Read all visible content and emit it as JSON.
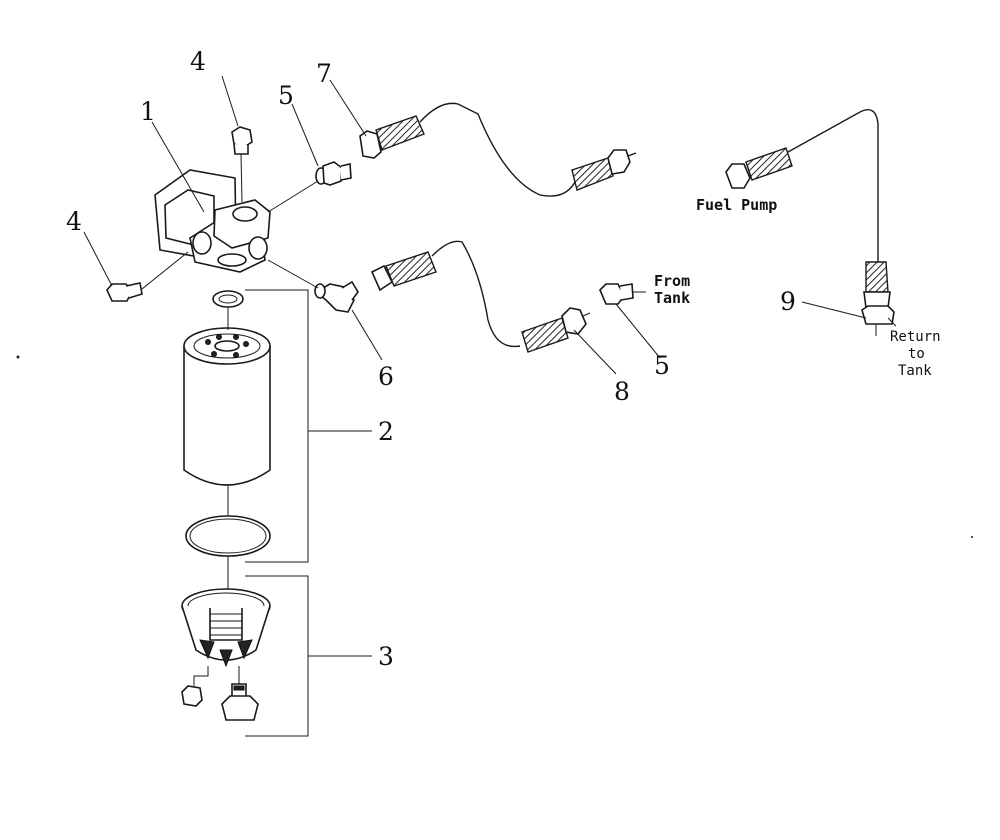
{
  "callouts": {
    "c1": "1",
    "c2": "2",
    "c3": "3",
    "c4a": "4",
    "c4b": "4",
    "c5a": "5",
    "c5b": "5",
    "c6": "6",
    "c7": "7",
    "c8": "8",
    "c9": "9"
  },
  "notes": {
    "fuel_pump": "Fuel Pump",
    "from_tank_1": "From",
    "from_tank_2": "Tank",
    "return_1": "Return",
    "return_2": "to",
    "return_3": "Tank"
  }
}
